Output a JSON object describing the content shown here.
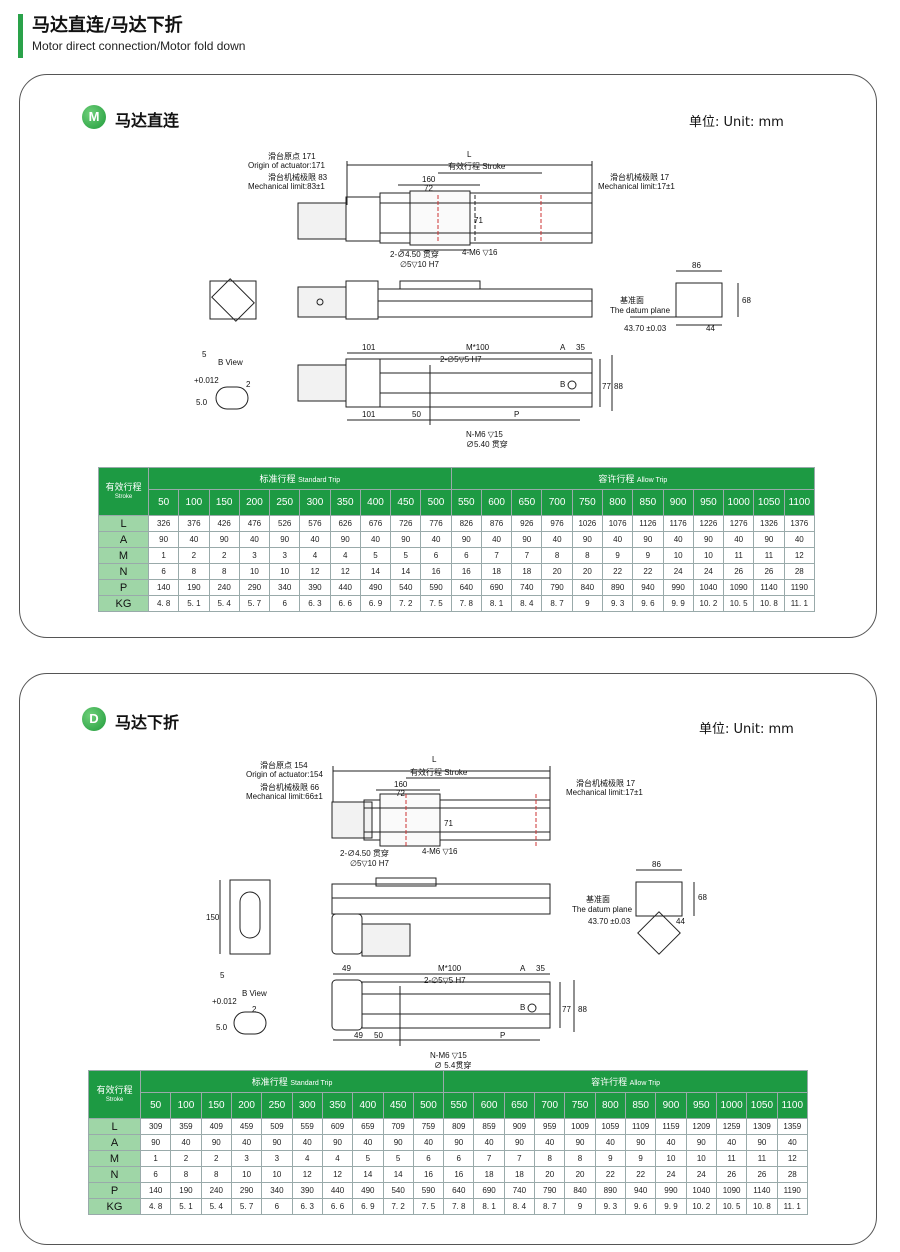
{
  "header": {
    "title_cn": "马达直连/马达下折",
    "title_en": "Motor direct connection/Motor fold down"
  },
  "colors": {
    "brand_green": "#1d9a43",
    "row_label_green": "#9fd6a7"
  },
  "sections": [
    {
      "badge": "M",
      "title": "马达直连",
      "unit": "单位:  Unit: mm",
      "drawing": {
        "L": "L",
        "stroke": "有效行程 Stroke",
        "origin_cn": "滑台原点 171",
        "origin_en": "Origin of actuator:171",
        "mech_left_cn": "滑台机械极限 83",
        "mech_left_en": "Mechanical limit:83±1",
        "mech_right_cn": "滑台机械极限 17",
        "mech_right_en": "Mechanical limit:17±1",
        "d160": "160",
        "d72": "72",
        "d71": "71",
        "hole1": "2-∅4.50 贯穿",
        "hole2": "∅5▽10 H7",
        "m6": "4-M6 ▽16",
        "datum_cn": "基准面",
        "datum_en": "The datum plane",
        "d86": "86",
        "d68": "68",
        "d4370": "43.70 ±0.03",
        "d44": "44",
        "bview": "B View",
        "tol": "+0.012",
        "tol5": "5",
        "tol50": "5.0",
        "d2": "2",
        "d101a": "101",
        "mx100": "M*100",
        "dA": "A",
        "d35": "35",
        "pin": "2-∅5▽5 H7",
        "dB": "B",
        "d77": "77",
        "d88": "88",
        "d101b": "101",
        "d50": "50",
        "dP": "P",
        "nm6": "N-M6 ▽15",
        "thru": "∅5.40 贯穿"
      },
      "table": {
        "stroke_label": "有效行程",
        "stroke_label_en": "Stroke",
        "std_label": "标准行程",
        "std_label_en": "Standard Trip",
        "allow_label": "容许行程",
        "allow_label_en": "Allow Trip",
        "strokes": [
          "50",
          "100",
          "150",
          "200",
          "250",
          "300",
          "350",
          "400",
          "450",
          "500",
          "550",
          "600",
          "650",
          "700",
          "750",
          "800",
          "850",
          "900",
          "950",
          "1000",
          "1050",
          "1100"
        ],
        "rows": [
          {
            "label": "L",
            "values": [
              "326",
              "376",
              "426",
              "476",
              "526",
              "576",
              "626",
              "676",
              "726",
              "776",
              "826",
              "876",
              "926",
              "976",
              "1026",
              "1076",
              "1126",
              "1176",
              "1226",
              "1276",
              "1326",
              "1376"
            ]
          },
          {
            "label": "A",
            "values": [
              "90",
              "40",
              "90",
              "40",
              "90",
              "40",
              "90",
              "40",
              "90",
              "40",
              "90",
              "40",
              "90",
              "40",
              "90",
              "40",
              "90",
              "40",
              "90",
              "40",
              "90",
              "40"
            ]
          },
          {
            "label": "M",
            "values": [
              "1",
              "2",
              "2",
              "3",
              "3",
              "4",
              "4",
              "5",
              "5",
              "6",
              "6",
              "7",
              "7",
              "8",
              "8",
              "9",
              "9",
              "10",
              "10",
              "11",
              "11",
              "12"
            ]
          },
          {
            "label": "N",
            "values": [
              "6",
              "8",
              "8",
              "10",
              "10",
              "12",
              "12",
              "14",
              "14",
              "16",
              "16",
              "18",
              "18",
              "20",
              "20",
              "22",
              "22",
              "24",
              "24",
              "26",
              "26",
              "28"
            ]
          },
          {
            "label": "P",
            "values": [
              "140",
              "190",
              "240",
              "290",
              "340",
              "390",
              "440",
              "490",
              "540",
              "590",
              "640",
              "690",
              "740",
              "790",
              "840",
              "890",
              "940",
              "990",
              "1040",
              "1090",
              "1140",
              "1190"
            ]
          },
          {
            "label": "KG",
            "values": [
              "4. 8",
              "5. 1",
              "5. 4",
              "5. 7",
              "6",
              "6. 3",
              "6. 6",
              "6. 9",
              "7. 2",
              "7. 5",
              "7. 8",
              "8. 1",
              "8. 4",
              "8. 7",
              "9",
              "9. 3",
              "9. 6",
              "9. 9",
              "10. 2",
              "10. 5",
              "10. 8",
              "11. 1"
            ]
          }
        ]
      }
    },
    {
      "badge": "D",
      "title": "马达下折",
      "unit": "单位:  Unit: mm",
      "drawing": {
        "L": "L",
        "stroke": "有效行程 Stroke",
        "origin_cn": "滑台原点 154",
        "origin_en": "Origin of actuator:154",
        "mech_left_cn": "滑台机械极限 66",
        "mech_left_en": "Mechanical limit:66±1",
        "mech_right_cn": "滑台机械极限 17",
        "mech_right_en": "Mechanical limit:17±1",
        "d160": "160",
        "d72": "72",
        "d71": "71",
        "hole1": "2-∅4.50 贯穿",
        "hole2": "∅5▽10 H7",
        "m6": "4-M6 ▽16",
        "datum_cn": "基准面",
        "datum_en": "The datum plane",
        "d86": "86",
        "d68": "68",
        "d4370": "43.70 ±0.03",
        "d44": "44",
        "d150": "150",
        "bview": "B View",
        "tol": "+0.012",
        "tol5": "5",
        "tol50": "5.0",
        "d2": "2",
        "d49a": "49",
        "mx100": "M*100",
        "dA": "A",
        "d35": "35",
        "pin": "2-∅5▽5 H7",
        "dB": "B",
        "d77": "77",
        "d88": "88",
        "d49b": "49",
        "d50": "50",
        "dP": "P",
        "nm6": "N-M6 ▽15",
        "thru": "∅ 5.4贯穿"
      },
      "table": {
        "stroke_label": "有效行程",
        "stroke_label_en": "Stroke",
        "std_label": "标准行程",
        "std_label_en": "Standard Trip",
        "allow_label": "容许行程",
        "allow_label_en": "Allow Trip",
        "strokes": [
          "50",
          "100",
          "150",
          "200",
          "250",
          "300",
          "350",
          "400",
          "450",
          "500",
          "550",
          "600",
          "650",
          "700",
          "750",
          "800",
          "850",
          "900",
          "950",
          "1000",
          "1050",
          "1100"
        ],
        "rows": [
          {
            "label": "L",
            "values": [
              "309",
              "359",
              "409",
              "459",
              "509",
              "559",
              "609",
              "659",
              "709",
              "759",
              "809",
              "859",
              "909",
              "959",
              "1009",
              "1059",
              "1109",
              "1159",
              "1209",
              "1259",
              "1309",
              "1359"
            ]
          },
          {
            "label": "A",
            "values": [
              "90",
              "40",
              "90",
              "40",
              "90",
              "40",
              "90",
              "40",
              "90",
              "40",
              "90",
              "40",
              "90",
              "40",
              "90",
              "40",
              "90",
              "40",
              "90",
              "40",
              "90",
              "40"
            ]
          },
          {
            "label": "M",
            "values": [
              "1",
              "2",
              "2",
              "3",
              "3",
              "4",
              "4",
              "5",
              "5",
              "6",
              "6",
              "7",
              "7",
              "8",
              "8",
              "9",
              "9",
              "10",
              "10",
              "11",
              "11",
              "12"
            ]
          },
          {
            "label": "N",
            "values": [
              "6",
              "8",
              "8",
              "10",
              "10",
              "12",
              "12",
              "14",
              "14",
              "16",
              "16",
              "18",
              "18",
              "20",
              "20",
              "22",
              "22",
              "24",
              "24",
              "26",
              "26",
              "28"
            ]
          },
          {
            "label": "P",
            "values": [
              "140",
              "190",
              "240",
              "290",
              "340",
              "390",
              "440",
              "490",
              "540",
              "590",
              "640",
              "690",
              "740",
              "790",
              "840",
              "890",
              "940",
              "990",
              "1040",
              "1090",
              "1140",
              "1190"
            ]
          },
          {
            "label": "KG",
            "values": [
              "4. 8",
              "5. 1",
              "5. 4",
              "5. 7",
              "6",
              "6. 3",
              "6. 6",
              "6. 9",
              "7. 2",
              "7. 5",
              "7. 8",
              "8. 1",
              "8. 4",
              "8. 7",
              "9",
              "9. 3",
              "9. 6",
              "9. 9",
              "10. 2",
              "10. 5",
              "10. 8",
              "11. 1"
            ]
          }
        ]
      }
    }
  ]
}
